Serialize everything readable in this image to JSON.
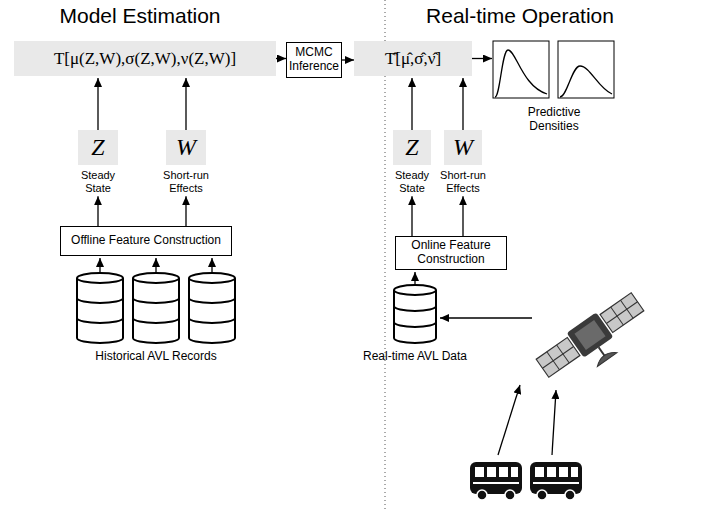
{
  "diagram": {
    "nodes": [
      {
        "text": [
          "Ƭ[μ(Z,W),σ(Z,W),ν(Z,W)]"
        ]
      },
      {
        "text": [
          "MCMC Inference"
        ]
      },
      {
        "text": [
          "Ƭ̂[μ̂,σ̂,ν̂]"
        ]
      },
      {
        "text": [
          "Predictive Densities"
        ]
      },
      {
        "text": [
          "Z",
          "Steady State"
        ]
      },
      {
        "text": [
          "W",
          "Short-run Effects"
        ]
      },
      {
        "text": [
          "Offline Feature Construction"
        ]
      },
      {
        "text": [
          "Historical AVL Records"
        ]
      },
      {
        "text": [
          "Z",
          "Steady State"
        ]
      },
      {
        "text": [
          "W",
          "Short-run Effects"
        ]
      },
      {
        "text": [
          "Online Feature Construction"
        ]
      },
      {
        "text": [
          "Real-time AVL Data"
        ]
      }
    ],
    "edges": [
      {
        "from": 0,
        "to": 1,
        "arrow": "to"
      },
      {
        "from": 1,
        "to": 2,
        "arrow": "to"
      },
      {
        "from": 2,
        "to": 3,
        "arrow": "to"
      },
      {
        "from": 4,
        "to": 0,
        "arrow": "to"
      },
      {
        "from": 5,
        "to": 0,
        "arrow": "to"
      },
      {
        "from": 6,
        "to": 4,
        "arrow": "to"
      },
      {
        "from": 6,
        "to": 5,
        "arrow": "to"
      },
      {
        "from": 7,
        "to": 6,
        "arrow": "to"
      },
      {
        "from": 7,
        "to": 6,
        "arrow": "to"
      },
      {
        "from": 7,
        "to": 6,
        "arrow": "to"
      },
      {
        "from": 8,
        "to": 2,
        "arrow": "to"
      },
      {
        "from": 9,
        "to": 2,
        "arrow": "to"
      },
      {
        "from": 10,
        "to": 8,
        "arrow": "to"
      },
      {
        "from": 10,
        "to": 9,
        "arrow": "to"
      },
      {
        "from": 11,
        "to": 10,
        "arrow": "to"
      }
    ],
    "labels": [
      "Model Estimation",
      "Real-time Operation"
    ]
  }
}
